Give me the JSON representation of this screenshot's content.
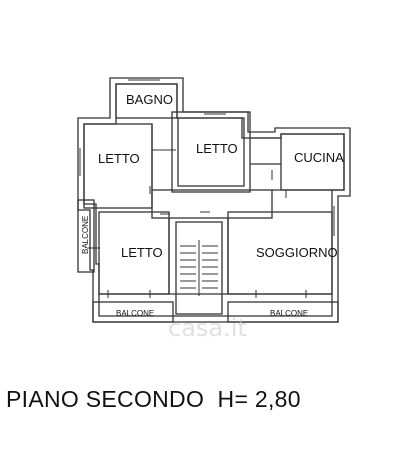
{
  "rooms": {
    "bagno": "BAGNO",
    "letto_left": "LETTO",
    "letto_center": "LETTO",
    "cucina": "CUCINA",
    "letto_lower": "LETTO",
    "soggiorno": "SOGGIORNO"
  },
  "balconies": {
    "left_vertical": "BALCONE",
    "bottom_left": "BALCONE",
    "bottom_right": "BALCONE"
  },
  "caption": "PIANO SECONDO  H= 2,80",
  "watermark": "casa.it",
  "colors": {
    "wall": "#333333",
    "text": "#111111"
  }
}
